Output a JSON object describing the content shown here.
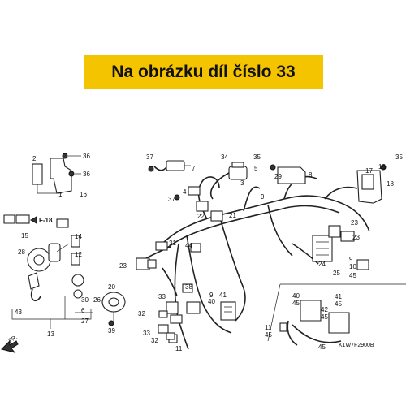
{
  "banner": {
    "text": "Na obrázku díl číslo 33",
    "color": "#f5c400"
  },
  "diagram_code": "K1W7F2900B",
  "ref_label": "F-18",
  "front_label": "FR.",
  "callouts": {
    "c_37a": "37",
    "c_7": "7",
    "c_34": "34",
    "c_3": "3",
    "c_35a": "35",
    "c_5": "5",
    "c_36a": "36",
    "c_36b": "36",
    "c_2": "2",
    "c_29": "29",
    "c_8": "8",
    "c_17": "17",
    "c_19": "19",
    "c_35b": "35",
    "c_18": "18",
    "c_1": "1",
    "c_4": "4",
    "c_37b": "37",
    "c_9a": "9",
    "c_22": "22",
    "c_21": "21",
    "c_16": "16",
    "c_15": "15",
    "c_31": "31",
    "c_44": "44",
    "c_23a": "23",
    "c_24": "24",
    "c_25": "25",
    "c_10a": "10",
    "c_45a": "45",
    "c_28": "28",
    "c_14": "14",
    "c_12": "12",
    "c_23b": "23",
    "c_38": "38",
    "c_33a": "33",
    "c_20": "20",
    "c_9b": "9",
    "c_40a": "40",
    "c_41a": "41",
    "c_40b": "40",
    "c_45b": "45",
    "c_41b": "41",
    "c_45c": "45",
    "c_30": "30",
    "c_6": "6",
    "c_26": "26",
    "c_27": "27",
    "c_42": "42",
    "c_45d": "45",
    "c_43": "43",
    "c_13": "13",
    "c_39": "39",
    "c_32a": "32",
    "c_33b": "33",
    "c_32b": "32",
    "c_11a": "11",
    "c_11b": "11",
    "c_45e": "45",
    "c_45f": "45",
    "c_23c": "23",
    "c_9c": "9"
  }
}
